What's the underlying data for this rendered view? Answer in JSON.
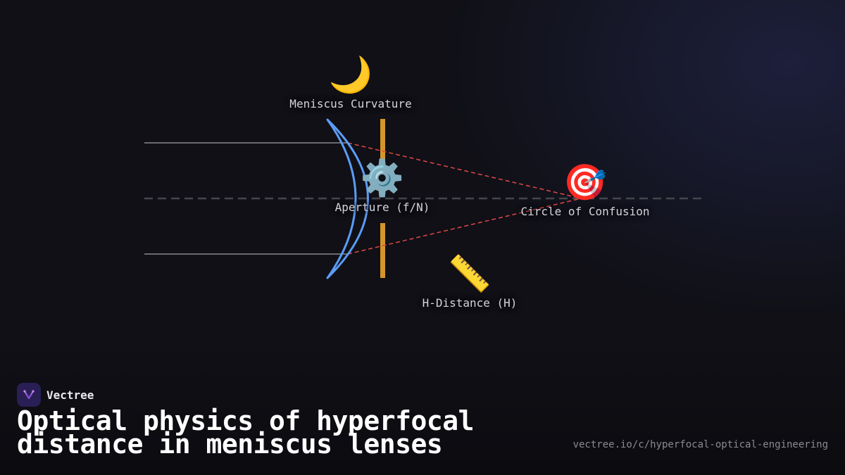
{
  "diagram": {
    "nodes": [
      {
        "id": "meniscus",
        "icon": "crescent-moon-icon",
        "glyph": "🌙",
        "label": "Meniscus Curvature"
      },
      {
        "id": "aperture",
        "icon": "gear-icon",
        "glyph": "⚙️",
        "label": "Aperture (f/N)"
      },
      {
        "id": "coc",
        "icon": "target-icon",
        "glyph": "🎯",
        "label": "Circle of Confusion"
      },
      {
        "id": "hdist",
        "icon": "ruler-icon",
        "glyph": "📏",
        "label": "H-Distance (H)"
      }
    ],
    "colors": {
      "lens": "#5b9cf6",
      "aperture": "#d4952a",
      "rays_converging": "#e04848",
      "rays_incoming": "#a0a0a8",
      "axis": "#45454f"
    }
  },
  "brand": {
    "name": "Vectree",
    "icon": "vectree-logo-icon"
  },
  "footer": {
    "title": "Optical physics of hyperfocal distance in meniscus lenses",
    "url": "vectree.io/c/hyperfocal-optical-engineering"
  }
}
